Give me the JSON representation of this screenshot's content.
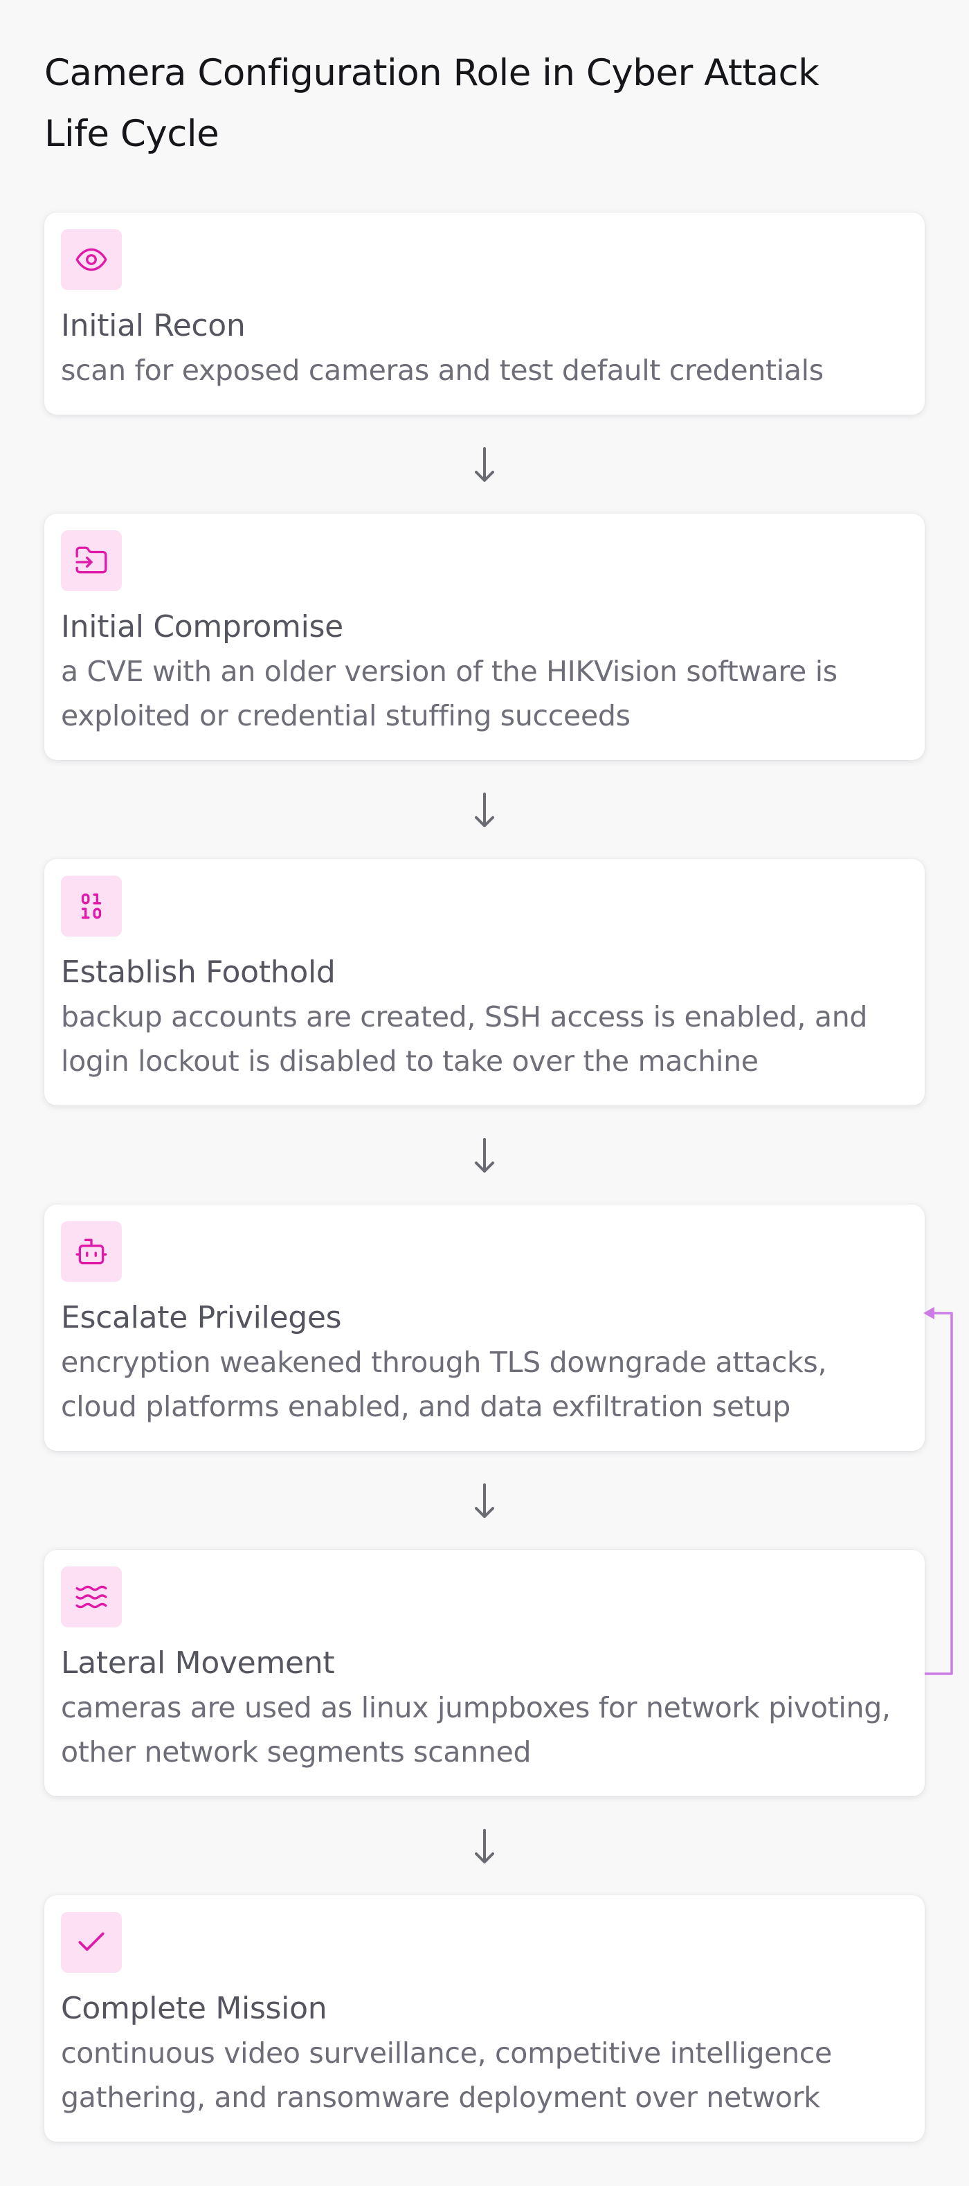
{
  "title": "Camera Configuration Role in Cyber Attack Life Cycle",
  "accent_color": "#e01aa8",
  "icon_bg_color": "#fde0f3",
  "loop_arrow_color": "#cd7ce6",
  "steps": [
    {
      "icon": "eye-icon",
      "title": "Initial Recon",
      "description": "scan for exposed cameras and test default credentials"
    },
    {
      "icon": "folder-input-icon",
      "title": "Initial Compromise",
      "description": "a CVE with an older version of the HIKVision software is exploited or credential stuffing succeeds"
    },
    {
      "icon": "binary-icon",
      "title": "Establish Foothold",
      "description": "backup accounts are created, SSH access is enabled, and login lockout is disabled to take over the machine"
    },
    {
      "icon": "bot-icon",
      "title": "Escalate Privileges",
      "description": "encryption weakened through TLS downgrade attacks, cloud platforms enabled, and data exfiltration setup"
    },
    {
      "icon": "waves-icon",
      "title": "Lateral Movement",
      "description": "cameras are used as linux jumpboxes for network pivoting, other network segments scanned"
    },
    {
      "icon": "check-icon",
      "title": "Complete Mission",
      "description": "continuous video surveillance, competitive intelligence gathering, and ransomware deployment over network"
    }
  ]
}
